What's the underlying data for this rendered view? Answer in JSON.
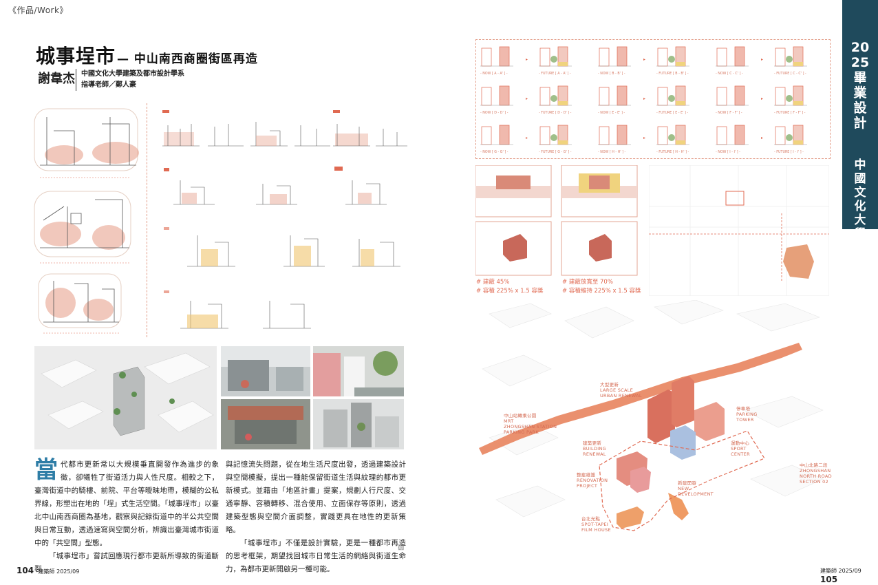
{
  "header": {
    "section_tag": "《作品/Work》"
  },
  "article": {
    "title": "城事埕市",
    "subtitle": "— 中山南西商圈街區再造",
    "author": "謝韋杰",
    "school": "中國文化大學建築及都市設計學系",
    "advisor": "指導老師／鄭人豪",
    "dropcap": "當",
    "paragraph1": "代都市更新常以大規模垂直開發作為進步的象徵，卻犧牲了街道活力與人性尺度。相較之下，臺灣街道中的騎樓、前院、平台等曖昧地帶，模糊的公私界線，形塑出在地的「埕」式生活空間。「城事埕市」以臺北中山南西商圈為基地，觀察與記錄街道中的半公共空間與日常互動，透過速寫與空間分析，辨識出臺灣城市街道中的「共空間」型態。",
    "paragraph2": "「城事埕市」嘗試回應現行都市更新所導致的街道斷裂",
    "paragraph3": "與記憶流失問題，從在地生活尺度出發，透過建築設計與空間模擬，提出一種能保留街道生活與紋理的都市更新模式。並藉由「地區計畫」提案，規劃人行尺度、交通寧靜、容積轉移、混合使用、立面保存等原則，透過建築型態與空間介面調整，實踐更具在地性的更新策略。",
    "paragraph4": "「城事埕市」不僅是設計實驗，更是一種都市再造的思考框架，期望找回城市日常生活的網絡與街道生命力，為都市更新開啟另一種可能。"
  },
  "footer": {
    "left_page": "104",
    "left_mag": "建築師 2025/09",
    "right_mag": "建築師 2025/09",
    "right_page": "105"
  },
  "side_tab": {
    "year": "2025畢業設計",
    "school": "中國文化大學"
  },
  "section_captions": [
    "- NOW [ A - A' ] -",
    "- FUTURE [ A - A' ] -",
    "- NOW [ B - B' ] -",
    "- FUTURE [ B - B' ] -",
    "- NOW [ C - C' ] -",
    "- FUTURE [ C - C' ] -",
    "- NOW [ D - D' ] -",
    "- FUTURE [ D - D' ] -",
    "- NOW [ E - E' ] -",
    "- FUTURE [ E - E' ] -",
    "- NOW [ F - F' ] -",
    "- FUTURE [ F - F' ] -",
    "- NOW [ G - G' ] -",
    "- FUTURE [ G - G' ] -",
    "- NOW [ H - H' ] -",
    "- FUTURE [ H - H' ] -",
    "- NOW [ I - I' ] -",
    "- FUTURE [ I - I' ] -"
  ],
  "plan_captions": {
    "left": [
      "# 建蔽 45%",
      "# 容積 225% x 1.5 容獎"
    ],
    "right": [
      "# 建蔽放寬至 70%",
      "# 容積維持 225% x 1.5 容獎"
    ]
  },
  "map_labels": {
    "large_scale": [
      "大型更新",
      "LARGE SCALE",
      "URBAN RENEWAL"
    ],
    "parking": [
      "停車塔",
      "PARKING",
      "TOWER"
    ],
    "mrt": [
      "中山站轉乘公園",
      "MRT",
      "ZHONGSHAN STATION",
      "PARKING PARK"
    ],
    "building_renewal": [
      "建築更新",
      "BUILDING",
      "RENEWAL"
    ],
    "sport": [
      "運動中心",
      "SPORT",
      "CENTER"
    ],
    "renovation": [
      "整建維護",
      "RENOVATION",
      "PROJECT"
    ],
    "new_dev": [
      "新建開發",
      "NEW",
      "DEVELOPMENT"
    ],
    "zhongshan_rd": [
      "中山北路二段",
      "ZHONGSHAN",
      "NORTH ROAD",
      "SECTION 02"
    ],
    "spot": [
      "台北光點",
      "SPOT-TAPEI",
      "FILM HOUSE"
    ]
  },
  "colors": {
    "accent": "#e06a52",
    "tab": "#1f4a5c",
    "dropcap": "#2e7da6"
  }
}
